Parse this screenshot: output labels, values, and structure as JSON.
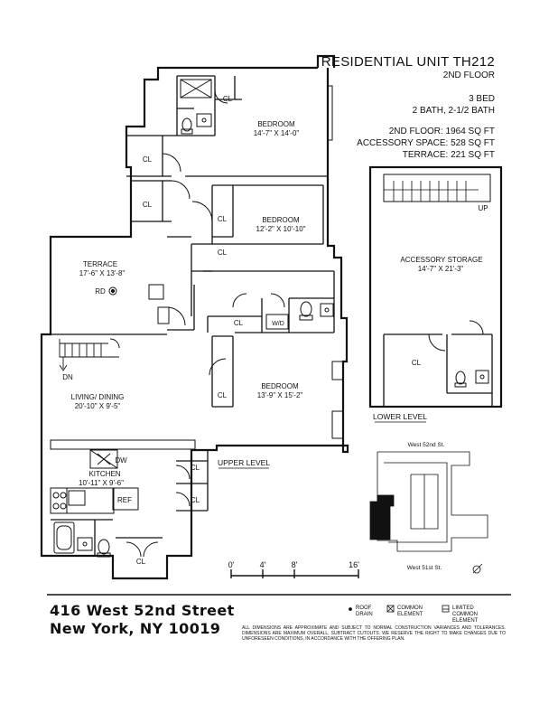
{
  "header": {
    "title": "RESIDENTIAL UNIT TH212",
    "floor": "2ND FLOOR",
    "bedrooms": "3 BED",
    "bathrooms": "2 BATH, 2-1/2 BATH",
    "area_2nd_floor": "2ND FLOOR: 1964 SQ FT",
    "area_accessory": "ACCESSORY SPACE: 528 SQ FT",
    "area_terrace": "TERRACE: 221 SQ FT"
  },
  "rooms": {
    "bedroom1": {
      "name": "BEDROOM",
      "dims": "14'-7\" X 14'-0\""
    },
    "bedroom2": {
      "name": "BEDROOM",
      "dims": "12'-2\" X 10'-10\""
    },
    "bedroom3": {
      "name": "BEDROOM",
      "dims": "13'-9\" X 15'-2\""
    },
    "terrace": {
      "name": "TERRACE",
      "dims": "17'-6\" X 13'-8\"",
      "drain": "RD"
    },
    "living": {
      "name": "LIVING/ DINING",
      "dims": "20'-10\" X 9'-5\""
    },
    "kitchen": {
      "name": "KITCHEN",
      "dims": "10'-11\" X 9'-6\""
    },
    "storage": {
      "name": "ACCESSORY STORAGE",
      "dims": "14'-7\" X 21'-3\""
    }
  },
  "labels": {
    "closet": "CL",
    "washer_dryer": "W/D",
    "dishwasher": "DW",
    "refrigerator": "REF",
    "down": "DN",
    "up": "UP",
    "upper_level": "UPPER LEVEL",
    "lower_level": "LOWER LEVEL"
  },
  "scale": {
    "ticks": [
      "0'",
      "4'",
      "8'",
      "16'"
    ]
  },
  "keyplan": {
    "north_street": "West 52nd St.",
    "south_street": "West 51st St."
  },
  "address": {
    "line1": "416 West 52nd Street",
    "line2": "New York, NY 10019"
  },
  "legend": {
    "roof_drain": "ROOF DRAIN",
    "common_element": "COMMON ELEMENT",
    "limited_common": "LIMITED COMMON ELEMENT"
  },
  "disclaimer": "ALL DIMENSIONS ARE APPROXIMATE AND SUBJECT TO NORMAL CONSTRUCTION VARIANCES AND TOLERANCES. DIMENSIONS ARE MAXIMUM OVERALL, SUBTRACT CUTOUTS. WE RESERVE THE RIGHT TO MAKE CHANGES DUE TO UNFORESEEN CONDITIONS, IN ACCORDANCE WITH THE OFFERING PLAN."
}
